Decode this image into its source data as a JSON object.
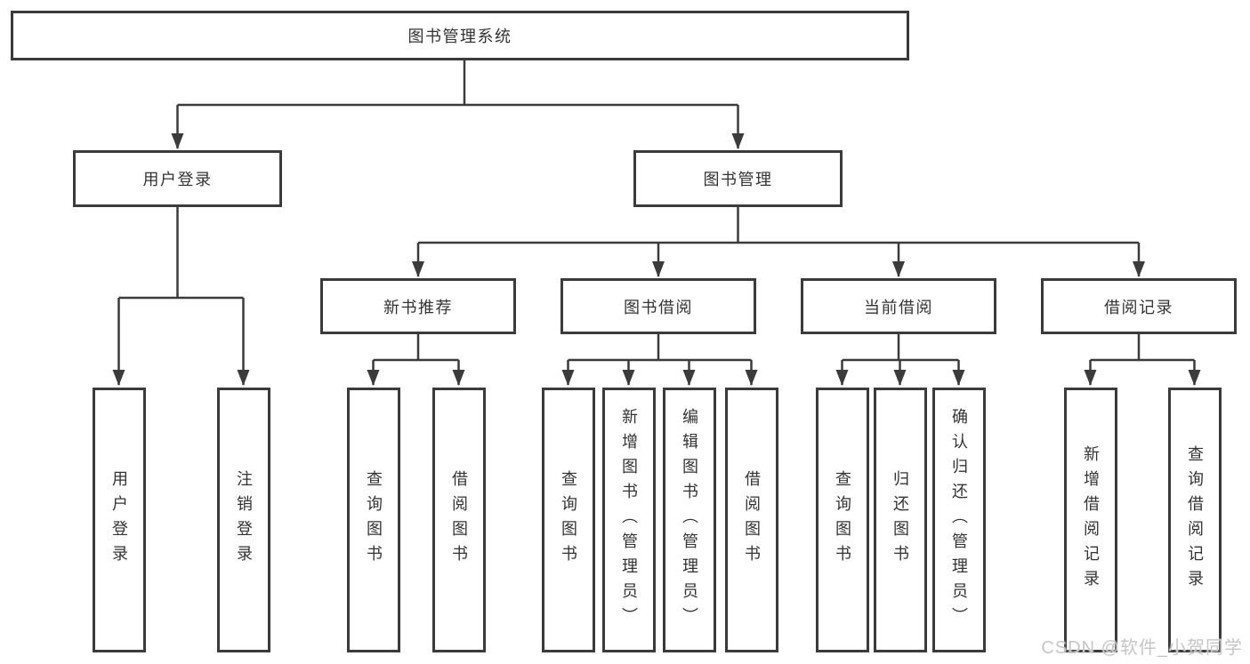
{
  "colors": {
    "line": "#3b3b3b",
    "text": "#333333",
    "box_background": "#ffffff",
    "watermark": "#c6c6c6"
  },
  "diagram": {
    "root": {
      "label": "图书管理系统"
    },
    "level2": {
      "user_login": {
        "label": "用户登录"
      },
      "book_manage": {
        "label": "图书管理"
      }
    },
    "level3": {
      "new_book_recommend": {
        "label": "新书推荐"
      },
      "book_borrow": {
        "label": "图书借阅"
      },
      "current_borrow": {
        "label": "当前借阅"
      },
      "borrow_record": {
        "label": "借阅记录"
      }
    },
    "leaves": {
      "user_login": {
        "label": "用户登录"
      },
      "logout": {
        "label": "注销登录"
      },
      "newbook_query_book": {
        "label": "查询图书"
      },
      "newbook_borrow_book": {
        "label": "借阅图书"
      },
      "borrow_query_book": {
        "label": "查询图书"
      },
      "borrow_add_book_admin": {
        "label": "新增图书（管理员）"
      },
      "borrow_edit_book_admin": {
        "label": "编辑图书（管理员）"
      },
      "borrow_borrow_book": {
        "label": "借阅图书"
      },
      "current_query_book": {
        "label": "查询图书"
      },
      "current_return_book": {
        "label": "归还图书"
      },
      "current_confirm_return_admin": {
        "label": "确认归还（管理员）"
      },
      "record_add_record": {
        "label": "新增借阅记录"
      },
      "record_query_record": {
        "label": "查询借阅记录"
      }
    }
  },
  "watermark": {
    "text": "CSDN @软件_小贺同学"
  }
}
